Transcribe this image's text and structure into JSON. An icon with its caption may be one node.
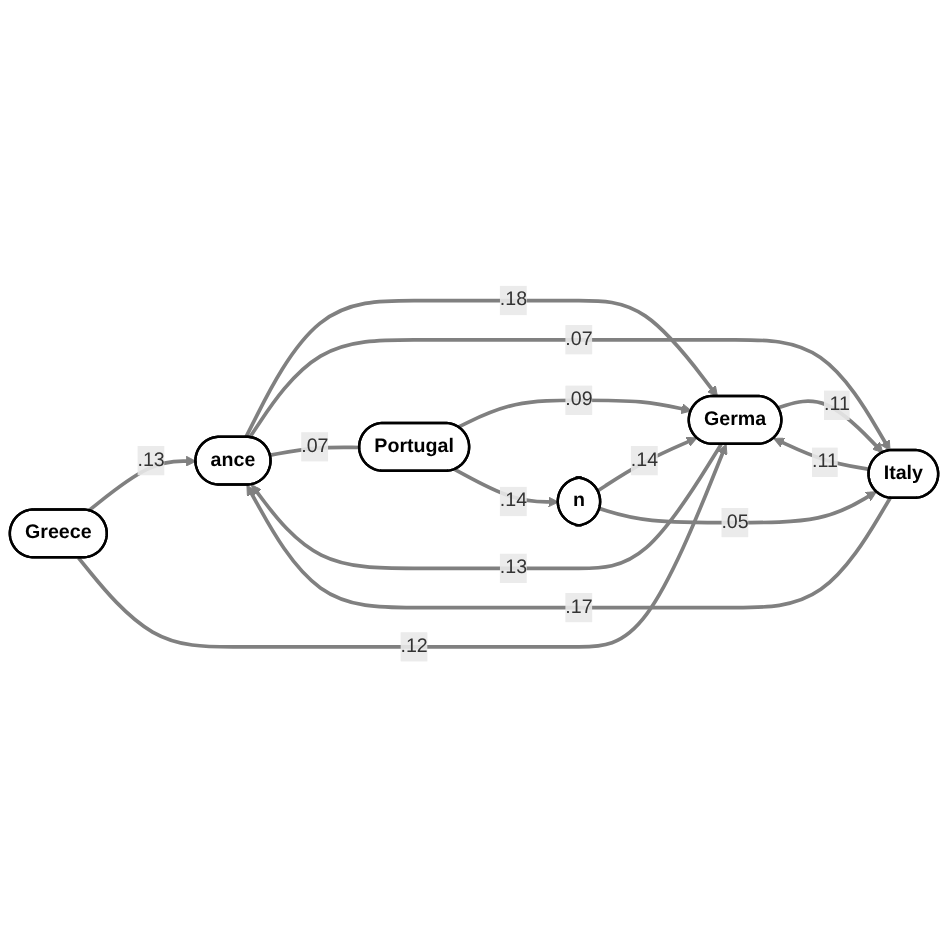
{
  "diagram": {
    "nodes": [
      {
        "text": [
          "Greece"
        ]
      },
      {
        "text": [
          "ance"
        ]
      },
      {
        "text": [
          "Germa"
        ]
      },
      {
        "text": [
          "n"
        ]
      },
      {
        "text": [
          "Italy"
        ]
      },
      {
        "text": [
          "Portugal"
        ]
      }
    ],
    "edges": [
      {
        "from": 0,
        "to": 1,
        "arrow": "to",
        "label": ".13"
      },
      {
        "from": 0,
        "to": 2,
        "arrow": "to",
        "label": ".12"
      },
      {
        "from": 1,
        "to": 2,
        "arrow": "to",
        "label": ".18"
      },
      {
        "from": 2,
        "to": 1,
        "arrow": "to",
        "label": ".13"
      },
      {
        "from": 4,
        "to": 1,
        "arrow": "to",
        "label": ".17"
      },
      {
        "from": 1,
        "to": 4,
        "arrow": "to",
        "label": ".07"
      },
      {
        "from": 1,
        "to": 5,
        "arrow": "none",
        "label": ".07"
      },
      {
        "from": 3,
        "to": 2,
        "arrow": "to",
        "label": ".14"
      },
      {
        "from": 5,
        "to": 2,
        "arrow": "to",
        "label": ".09"
      },
      {
        "from": 4,
        "to": 2,
        "arrow": "to",
        "label": ".11"
      },
      {
        "from": 2,
        "to": 4,
        "arrow": "to",
        "label": ".11"
      },
      {
        "from": 3,
        "to": 4,
        "arrow": "to",
        "label": ".05"
      },
      {
        "from": 5,
        "to": 3,
        "arrow": "to",
        "label": ".14"
      }
    ]
  }
}
